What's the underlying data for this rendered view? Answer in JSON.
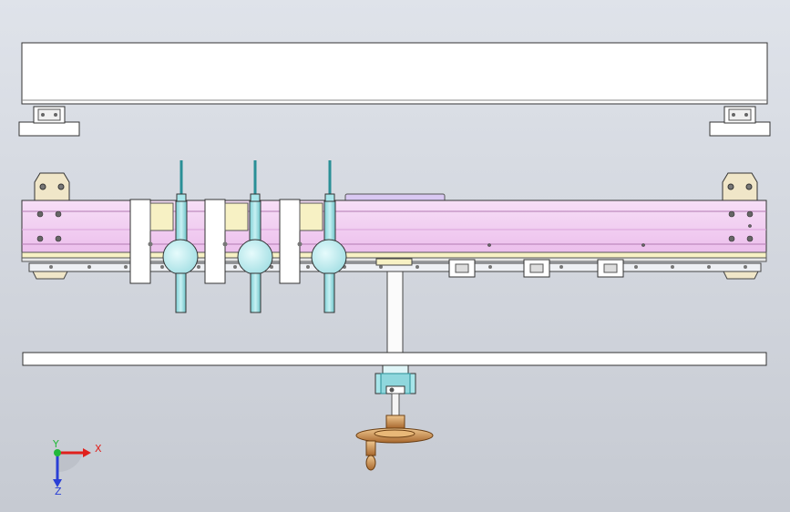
{
  "viewport": {
    "background_top": "#dfe3ea",
    "background_bottom": "#c8ccd4"
  },
  "colors": {
    "outline": "#3a3a3a",
    "plate": "#ffffff",
    "pink_beam": "#f3cdf3",
    "pink_dark": "#d9a2d9",
    "yellow_block": "#f7f1c4",
    "cyan_part": "#a8e6ea",
    "cyan_dark": "#4fb7bd",
    "lavender": "#d9c8f2",
    "tan_bracket": "#f0e6c8",
    "bronze": "#c98a4a",
    "axis_x": "#e0201c",
    "axis_y": "#22b83a",
    "axis_z": "#2a3fd6"
  },
  "triad": {
    "x_label": "X",
    "y_label": "Y",
    "z_label": "Z"
  },
  "icons": {
    "handwheel": "handwheel-icon",
    "triad": "axis-triad-icon"
  }
}
